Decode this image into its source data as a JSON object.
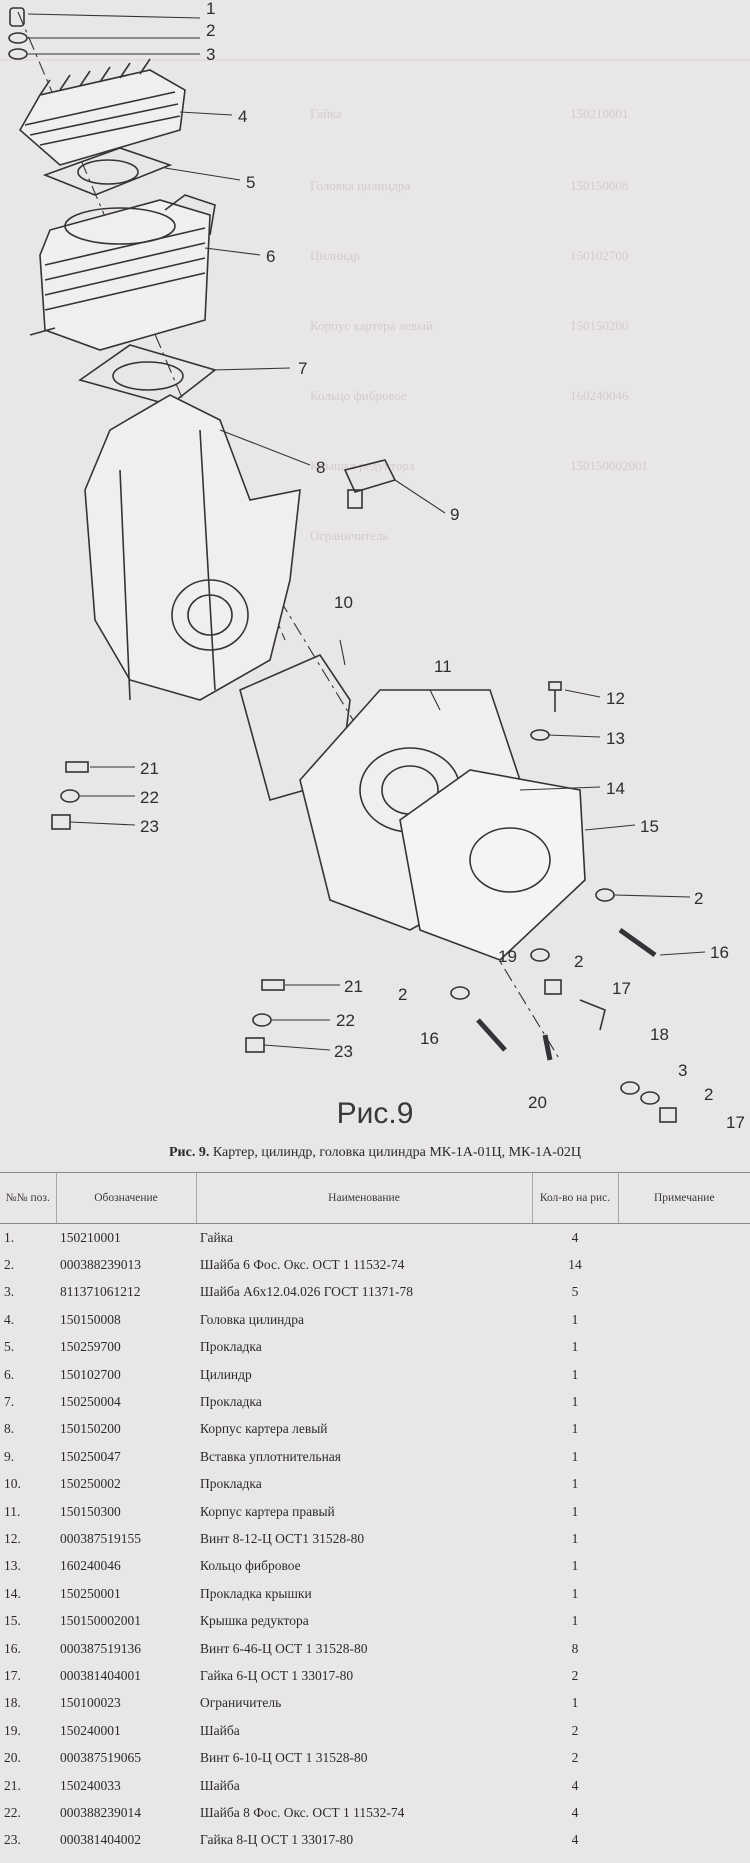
{
  "figure": {
    "heading": "Рис.9",
    "caption_bold": "Рис. 9.",
    "caption_text": " Картер, цилиндр, головка цилиндра МК-1А-01Ц, МК-1А-02Ц"
  },
  "callouts": [
    {
      "id": "c1",
      "text": "1"
    },
    {
      "id": "c2a",
      "text": "2"
    },
    {
      "id": "c3a",
      "text": "3"
    },
    {
      "id": "c4",
      "text": "4"
    },
    {
      "id": "c5",
      "text": "5"
    },
    {
      "id": "c6",
      "text": "6"
    },
    {
      "id": "c7",
      "text": "7"
    },
    {
      "id": "c8",
      "text": "8"
    },
    {
      "id": "c9",
      "text": "9"
    },
    {
      "id": "c10",
      "text": "10"
    },
    {
      "id": "c11",
      "text": "11"
    },
    {
      "id": "c12",
      "text": "12"
    },
    {
      "id": "c13",
      "text": "13"
    },
    {
      "id": "c14",
      "text": "14"
    },
    {
      "id": "c15",
      "text": "15"
    },
    {
      "id": "c21a",
      "text": "21"
    },
    {
      "id": "c22a",
      "text": "22"
    },
    {
      "id": "c23a",
      "text": "23"
    },
    {
      "id": "c2b",
      "text": "2"
    },
    {
      "id": "c16a",
      "text": "16"
    },
    {
      "id": "c2c",
      "text": "2"
    },
    {
      "id": "c19",
      "text": "19"
    },
    {
      "id": "c17a",
      "text": "17"
    },
    {
      "id": "c21b",
      "text": "21"
    },
    {
      "id": "c2d",
      "text": "2"
    },
    {
      "id": "c22b",
      "text": "22"
    },
    {
      "id": "c16b",
      "text": "16"
    },
    {
      "id": "c18",
      "text": "18"
    },
    {
      "id": "c23b",
      "text": "23"
    },
    {
      "id": "c20",
      "text": "20"
    },
    {
      "id": "c3b",
      "text": "3"
    },
    {
      "id": "c2e",
      "text": "2"
    },
    {
      "id": "c17b",
      "text": "17"
    }
  ],
  "table": {
    "headers": {
      "pos": "№№ поз.",
      "designation": "Обозначение",
      "name": "Наименование",
      "qty": "Кол-во на рис.",
      "note": "Примечание"
    },
    "rows": [
      {
        "pos": "1.",
        "designation": "150210001",
        "name": "Гайка",
        "qty": "4"
      },
      {
        "pos": "2.",
        "designation": "000388239013",
        "name": "Шайба 6 Фос. Окс. ОСТ 1 11532-74",
        "qty": "14"
      },
      {
        "pos": "3.",
        "designation": "811371061212",
        "name": "Шайба А6х12.04.026 ГОСТ 11371-78",
        "qty": "5"
      },
      {
        "pos": "4.",
        "designation": "150150008",
        "name": "Головка цилиндра",
        "qty": "1"
      },
      {
        "pos": "5.",
        "designation": "150259700",
        "name": "Прокладка",
        "qty": "1"
      },
      {
        "pos": "6.",
        "designation": "150102700",
        "name": "Цилиндр",
        "qty": "1"
      },
      {
        "pos": "7.",
        "designation": "150250004",
        "name": "Прокладка",
        "qty": "1"
      },
      {
        "pos": "8.",
        "designation": "150150200",
        "name": "Корпус картера левый",
        "qty": "1"
      },
      {
        "pos": "9.",
        "designation": "150250047",
        "name": "Вставка уплотнительная",
        "qty": "1"
      },
      {
        "pos": "10.",
        "designation": "150250002",
        "name": "Прокладка",
        "qty": "1"
      },
      {
        "pos": "11.",
        "designation": "150150300",
        "name": "Корпус картера правый",
        "qty": "1"
      },
      {
        "pos": "12.",
        "designation": "000387519155",
        "name": "Винт 8-12-Ц ОСТ1 31528-80",
        "qty": "1"
      },
      {
        "pos": "13.",
        "designation": "160240046",
        "name": "Кольцо фибровое",
        "qty": "1"
      },
      {
        "pos": "14.",
        "designation": "150250001",
        "name": "Прокладка крышки",
        "qty": "1"
      },
      {
        "pos": "15.",
        "designation": "150150002001",
        "name": "Крышка редуктора",
        "qty": "1"
      },
      {
        "pos": "16.",
        "designation": "000387519136",
        "name": "Винт 6-46-Ц ОСТ 1 31528-80",
        "qty": "8"
      },
      {
        "pos": "17.",
        "designation": "000381404001",
        "name": "Гайка 6-Ц ОСТ 1 33017-80",
        "qty": "2"
      },
      {
        "pos": "18.",
        "designation": "150100023",
        "name": "Ограничитель",
        "qty": "1"
      },
      {
        "pos": "19.",
        "designation": "150240001",
        "name": "Шайба",
        "qty": "2"
      },
      {
        "pos": "20.",
        "designation": "000387519065",
        "name": "Винт 6-10-Ц ОСТ 1 31528-80",
        "qty": "2"
      },
      {
        "pos": "21.",
        "designation": "150240033",
        "name": "Шайба",
        "qty": "4"
      },
      {
        "pos": "22.",
        "designation": "000388239014",
        "name": "Шайба 8 Фос. Окс. ОСТ 1 11532-74",
        "qty": "4"
      },
      {
        "pos": "23.",
        "designation": "000381404002",
        "name": "Гайка 8-Ц ОСТ 1 33017-80",
        "qty": "4"
      }
    ]
  },
  "colors": {
    "paper": "#e9e6e8",
    "ink": "#2c2a2e",
    "faded_print": "#cfcbcf"
  }
}
